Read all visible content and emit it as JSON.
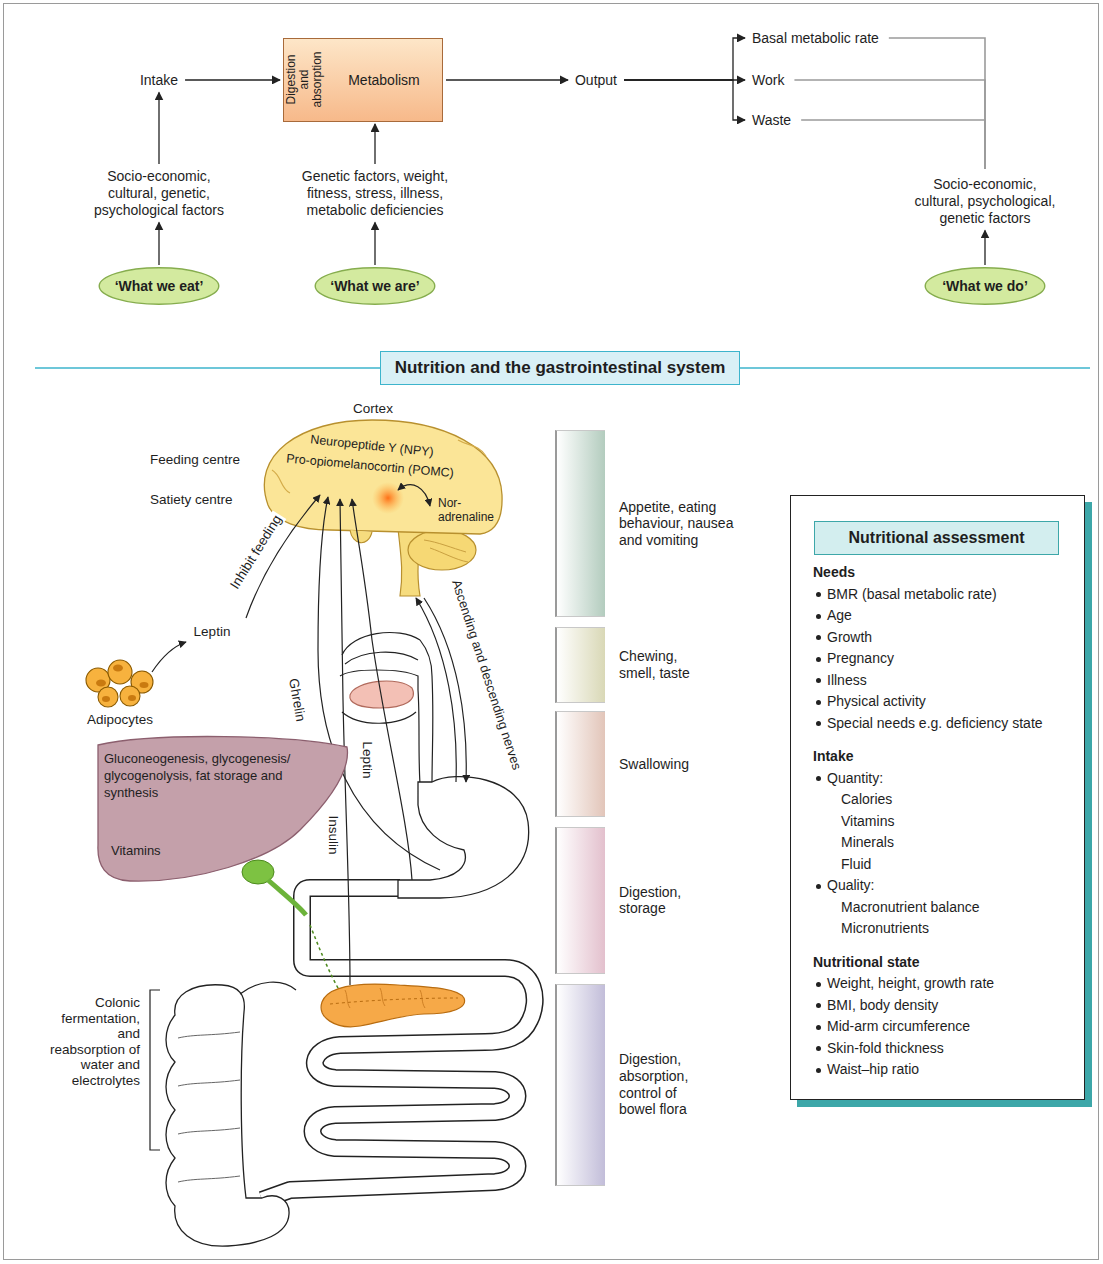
{
  "diagram": {
    "title": "Nutrition and the gastrointestinal system",
    "nodes": [
      {
        "text": [
          "Intake"
        ]
      },
      {
        "text": [
          "Digestion and absorption",
          "Metabolism"
        ]
      },
      {
        "text": [
          "Output"
        ]
      },
      {
        "text": [
          "Basal metabolic rate"
        ]
      },
      {
        "text": [
          "Work"
        ]
      },
      {
        "text": [
          "Waste"
        ]
      },
      {
        "text": [
          "Socio-economic, cultural, genetic, psychological factors"
        ]
      },
      {
        "text": [
          "Genetic factors, weight, fitness, stress, illness, metabolic deficiencies"
        ]
      },
      {
        "text": [
          "Socio-economic, cultural, psychological, genetic factors"
        ]
      },
      {
        "text": [
          "‘What we eat’"
        ]
      },
      {
        "text": [
          "‘What we are’"
        ]
      },
      {
        "text": [
          "‘What we do’"
        ]
      },
      {
        "text": [
          "Gluconeogenesis, glycogenesis/ glycogenolysis, fat storage and synthesis",
          "Vitamins"
        ]
      },
      {
        "text": [
          "Appetite, eating behaviour, nausea and vomiting"
        ]
      },
      {
        "text": [
          "Chewing, smell, taste"
        ]
      },
      {
        "text": [
          "Swallowing"
        ]
      },
      {
        "text": [
          "Digestion, storage"
        ]
      },
      {
        "text": [
          "Digestion, absorption, control of bowel flora"
        ]
      },
      {
        "text": [
          "Needs",
          "BMR (basal metabolic rate)",
          "Age",
          "Growth",
          "Pregnancy",
          "Illness",
          "Physical activity",
          "Special needs e.g. deficiency state",
          "Intake",
          "Quantity:",
          "Calories",
          "Vitamins",
          "Minerals",
          "Fluid",
          "Quality:",
          "Macronutrient balance",
          "Micronutrients",
          "Nutritional state",
          "Weight, height, growth rate",
          "BMI, body density",
          "Mid-arm circumference",
          "Skin-fold thickness",
          "Waist–hip ratio"
        ]
      },
      {
        "text": [
          "Nutritional assessment"
        ],
        "in": 18
      }
    ],
    "edges": [
      {
        "from": 0,
        "to": 1,
        "arrow": "to"
      },
      {
        "from": 1,
        "to": 2,
        "arrow": "to"
      },
      {
        "from": 2,
        "to": 3,
        "arrow": "to"
      },
      {
        "from": 2,
        "to": 4,
        "arrow": "to"
      },
      {
        "from": 2,
        "to": 5,
        "arrow": "to"
      },
      {
        "from": 3,
        "to": 8,
        "arrow": "none"
      },
      {
        "from": 4,
        "to": 8,
        "arrow": "none"
      },
      {
        "from": 5,
        "to": 8,
        "arrow": "none"
      },
      {
        "from": 6,
        "to": 0,
        "arrow": "to"
      },
      {
        "from": 7,
        "to": 1,
        "arrow": "to"
      },
      {
        "from": 9,
        "to": 6,
        "arrow": "to"
      },
      {
        "from": 10,
        "to": 7,
        "arrow": "to"
      },
      {
        "from": 11,
        "to": 8,
        "arrow": "to"
      }
    ],
    "labels": [
      "Cortex",
      "Feeding centre",
      "Satiety centre",
      "Neuropeptide Y (NPY)",
      "Pro-opiomelanocortin (POMC)",
      "Nor- adrenaline",
      "Inhibit feeding",
      "Leptin",
      "Adipocytes",
      "Ghrelin",
      "Leptin",
      "Insulin",
      "Ascending and descending nerves",
      "Colonic fermentation, and reabsorption of water and electrolytes"
    ]
  }
}
